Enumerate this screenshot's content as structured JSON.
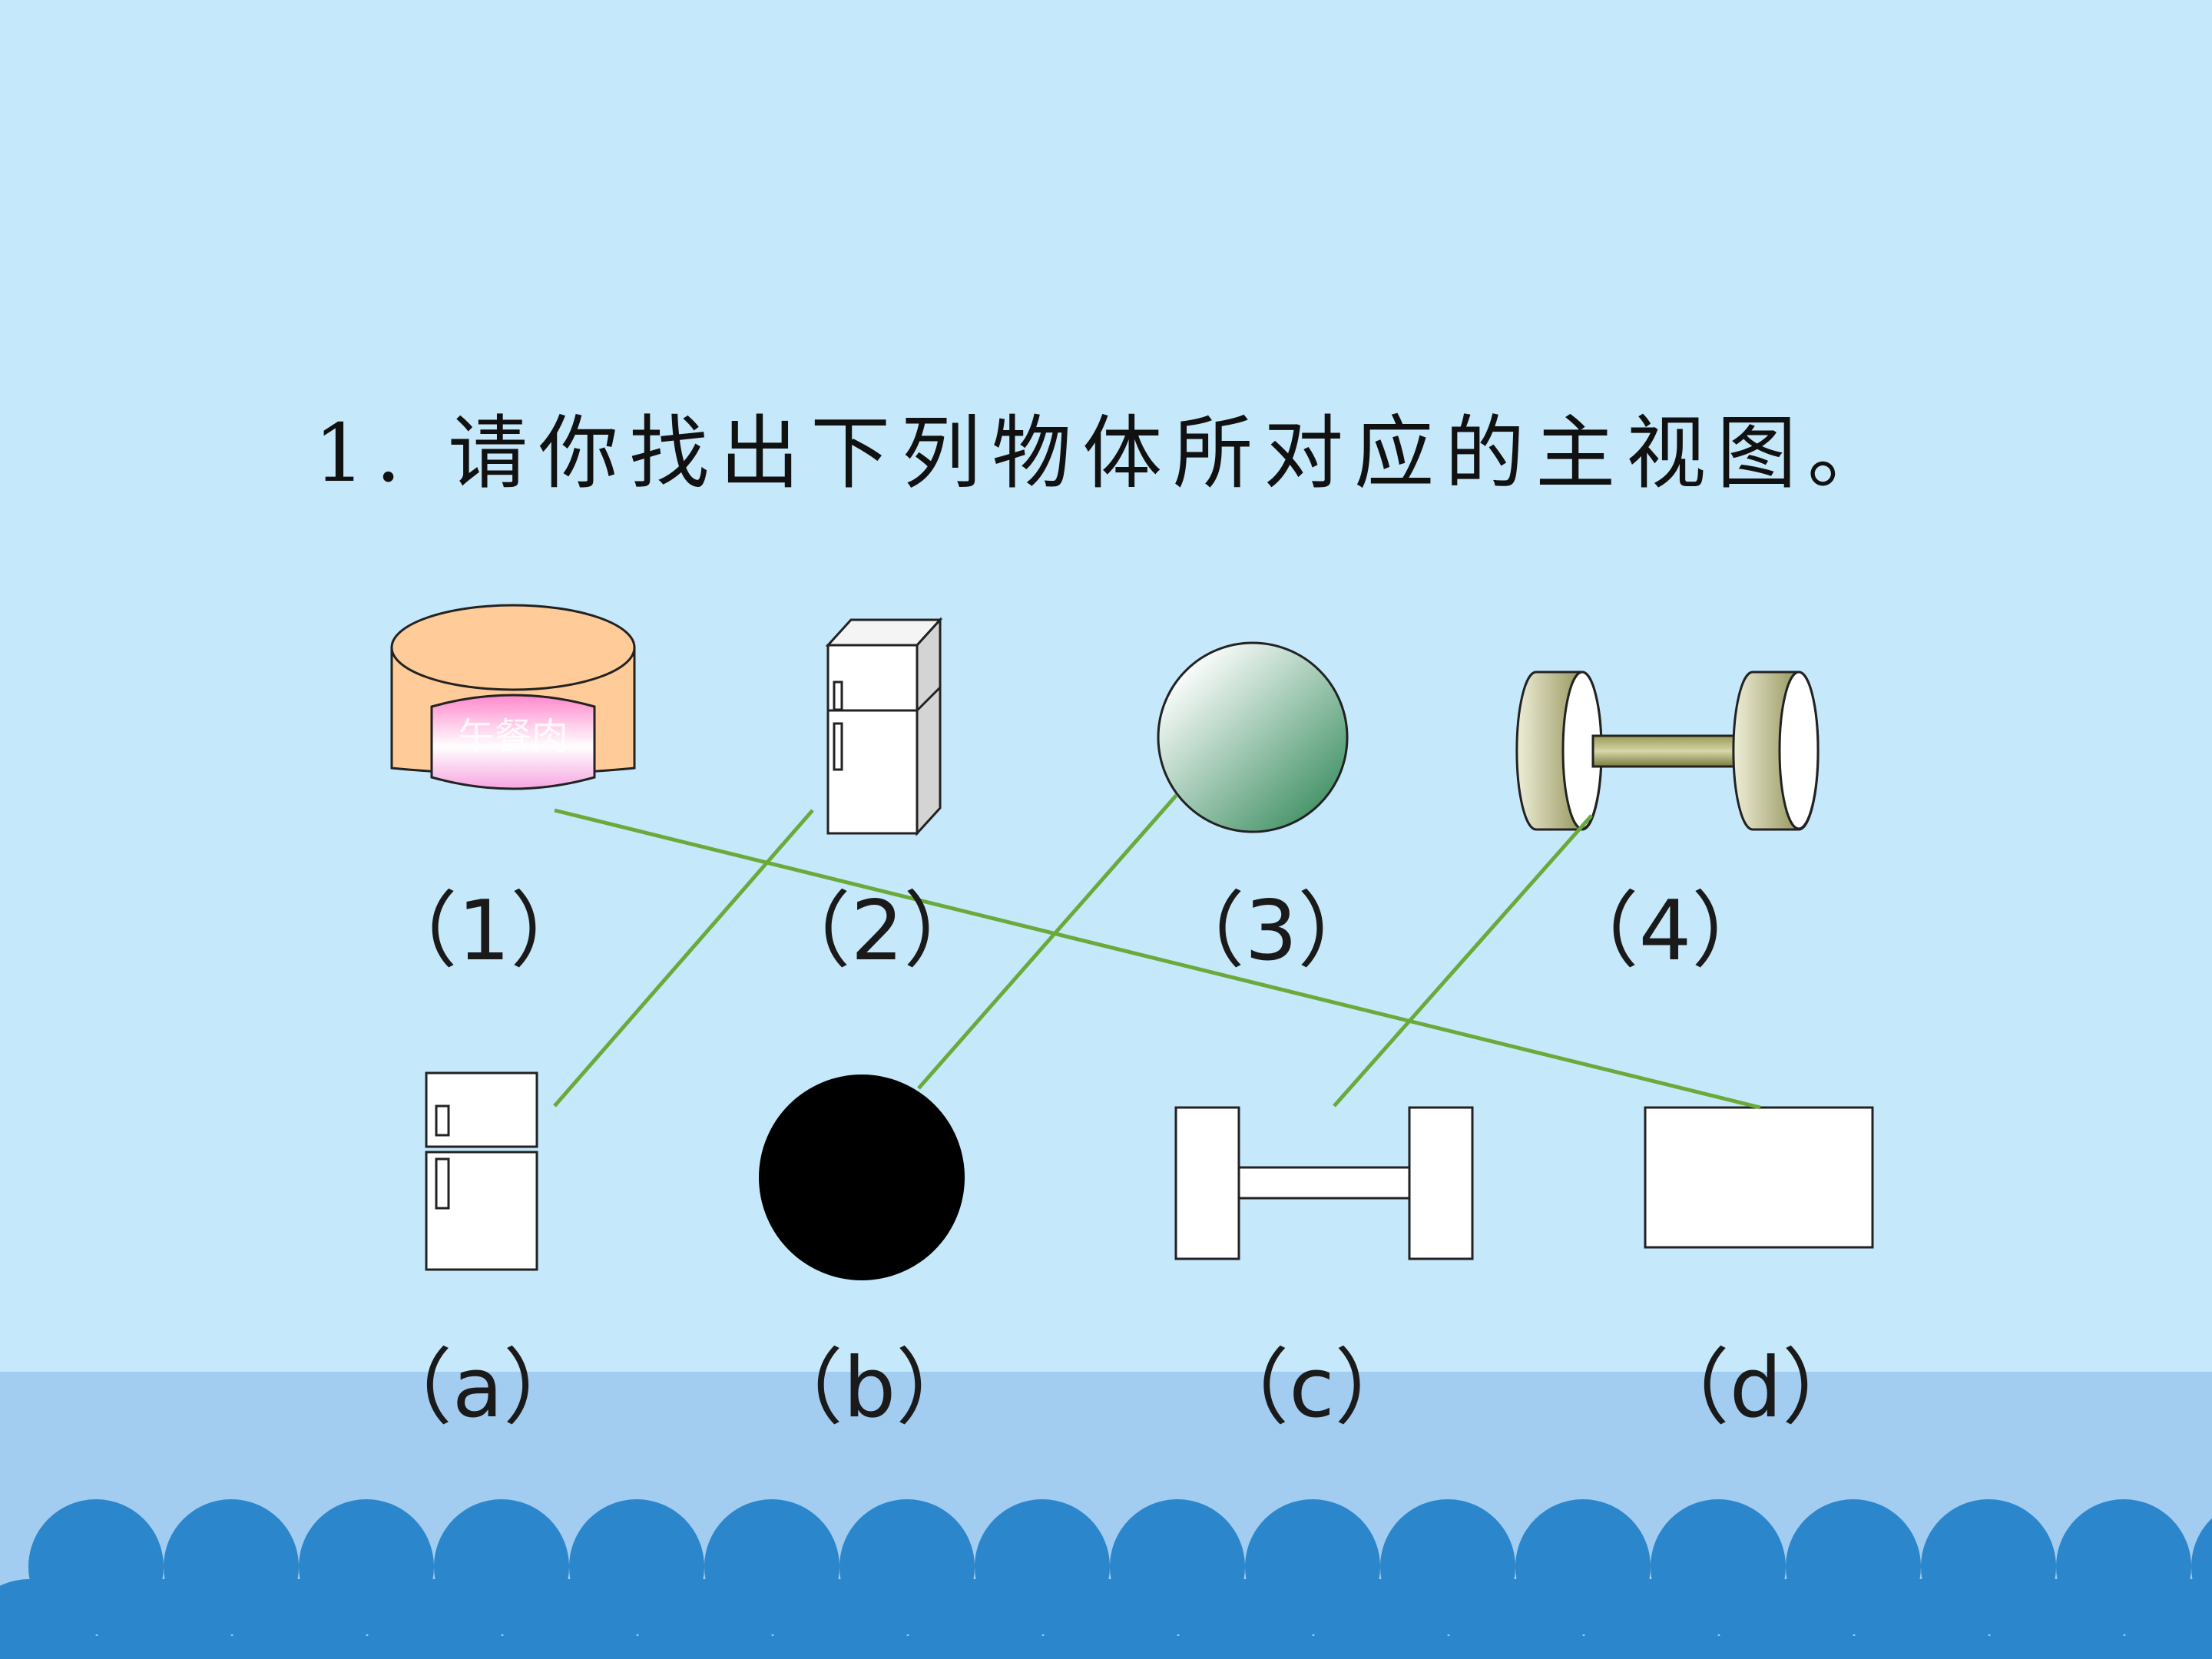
{
  "title": "1. 请你找出下列物体所对应的主视图。",
  "objects": [
    {
      "label": "（1）",
      "icon": "canned-meat-cylinder-icon",
      "can_text": "午餐肉"
    },
    {
      "label": "（2）",
      "icon": "refrigerator-3d-icon"
    },
    {
      "label": "（3）",
      "icon": "ball-sphere-icon"
    },
    {
      "label": "（4）",
      "icon": "dumbbell-3d-icon"
    }
  ],
  "views": [
    {
      "label": "（a）",
      "icon": "refrigerator-front-view-icon"
    },
    {
      "label": "（b）",
      "icon": "black-circle-view-icon"
    },
    {
      "label": "（c）",
      "icon": "dumbbell-front-view-icon"
    },
    {
      "label": "（d）",
      "icon": "rectangle-view-icon"
    }
  ],
  "matches": [
    {
      "object": "（1）",
      "view": "（d）"
    },
    {
      "object": "（2）",
      "view": "（a）"
    },
    {
      "object": "（3）",
      "view": "（b）"
    },
    {
      "object": "（4）",
      "view": "（c）"
    }
  ],
  "colors": {
    "background": "#c6e8fb",
    "band": "#a2ccf0",
    "waves": "#2b86cc",
    "match_line": "#6aaa3a",
    "can_body": "#ffcc99",
    "sphere_dark": "#3f9064",
    "dumbbell": "#8a8a48"
  }
}
